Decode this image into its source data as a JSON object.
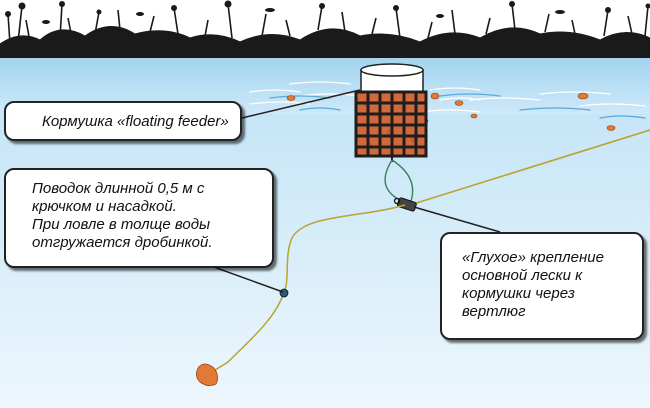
{
  "callouts": {
    "feeder": {
      "lines": [
        "Кормушка «floating feeder»"
      ]
    },
    "leader": {
      "lines": [
        "Поводок длинной 0,5 м с",
        "крючком и насадкой.",
        "При ловле в толще воды",
        "отгружается дробинкой."
      ]
    },
    "mount": {
      "lines": [
        "«Глухое» крепление",
        "основной лески к",
        "кормушки через",
        "вертлюг"
      ]
    }
  },
  "colors": {
    "water_top": "#bfe2f6",
    "water_bottom": "#e9f5fc",
    "vegetation": "#1a1a1a",
    "bait": "#e07a35",
    "line": "#b8a42e",
    "cage": "#1e1e1e"
  }
}
